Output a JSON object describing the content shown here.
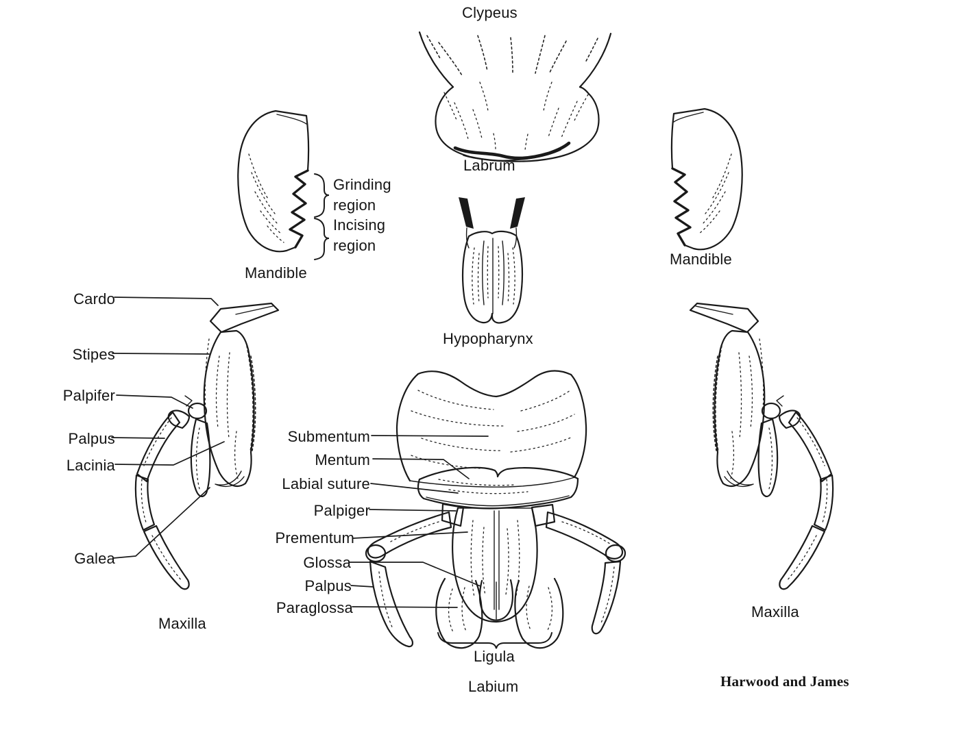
{
  "figure": {
    "background": "#ffffff",
    "ink_color": "#1a1a1a",
    "credit": "Harwood and James",
    "labels": {
      "clypeus": "Clypeus",
      "labrum": "Labrum",
      "grinding_region": "Grinding region",
      "incising_region": "Incising region",
      "mandible_left": "Mandible",
      "mandible_right": "Mandible",
      "hypopharynx": "Hypopharynx",
      "cardo": "Cardo",
      "stipes": "Stipes",
      "palpifer": "Palpifer",
      "palpus_maxillary": "Palpus",
      "lacinia": "Lacinia",
      "galea": "Galea",
      "maxilla_left": "Maxilla",
      "maxilla_right": "Maxilla",
      "submentum": "Submentum",
      "mentum": "Mentum",
      "labial_suture": "Labial suture",
      "palpiger": "Palpiger",
      "prementum": "Prementum",
      "glossa": "Glossa",
      "palpus_labial": "Palpus",
      "paraglossa": "Paraglossa",
      "ligula": "Ligula",
      "labium": "Labium"
    }
  }
}
